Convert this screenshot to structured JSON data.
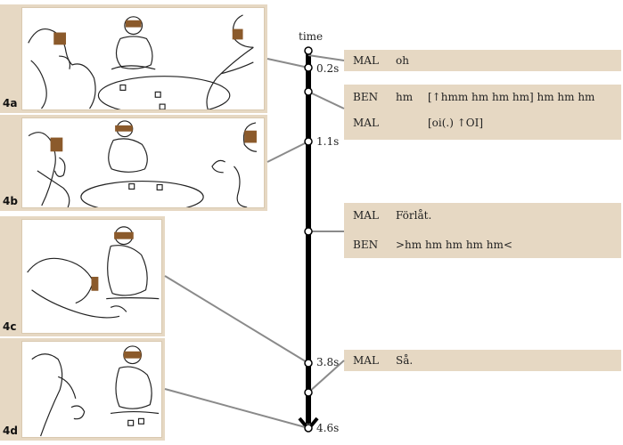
{
  "panels": [
    {
      "id": "4a",
      "label": "4a"
    },
    {
      "id": "4b",
      "label": "4b"
    },
    {
      "id": "4c",
      "label": "4c"
    },
    {
      "id": "4d",
      "label": "4d"
    }
  ],
  "timeline": {
    "title": "time",
    "marks": [
      "0.2s",
      "1.1s",
      "3.8s",
      "4.6s"
    ]
  },
  "transcript": [
    {
      "lines": [
        {
          "speaker": "MAL",
          "pre": "",
          "text": "oh"
        }
      ]
    },
    {
      "lines": [
        {
          "speaker": "BEN",
          "pre": "hm",
          "text": "[↑hmm hm hm hm] hm hm hm"
        },
        {
          "speaker": "MAL",
          "pre": "",
          "text": "[oi(.) ↑OI]"
        }
      ]
    },
    {
      "lines": [
        {
          "speaker": "MAL",
          "pre": "",
          "text": "Förlåt."
        },
        {
          "speaker": "BEN",
          "pre": "",
          "text": ">hm hm hm hm hm<"
        }
      ]
    },
    {
      "lines": [
        {
          "speaker": "MAL",
          "pre": "",
          "text": "Så."
        }
      ]
    }
  ],
  "colors": {
    "panel_bg": "#e6d8c3",
    "connector": "#8a8a8a",
    "axis": "#000000",
    "face_blur": "#8b5a2b"
  }
}
